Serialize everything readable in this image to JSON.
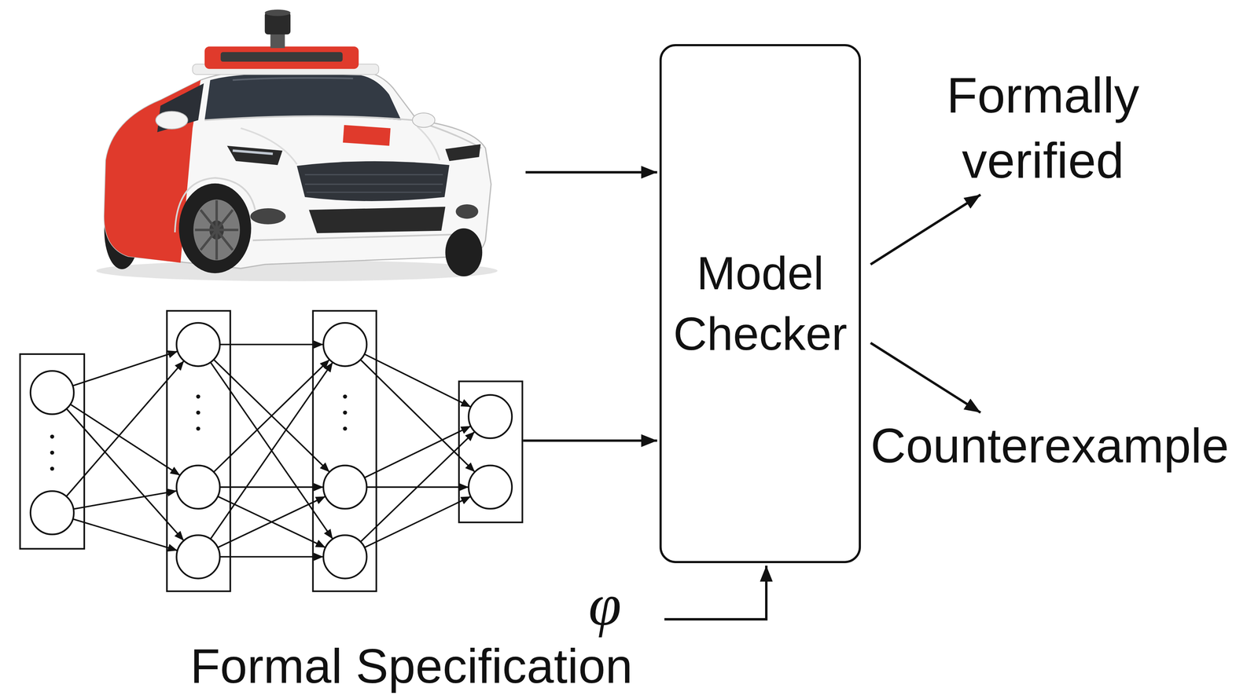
{
  "diagram": {
    "nodes": [
      {
        "text": [
          "Model Checker"
        ]
      }
    ],
    "labels": [
      "Formally verified",
      "Counterexample",
      "φ",
      "Formal Specification"
    ]
  }
}
